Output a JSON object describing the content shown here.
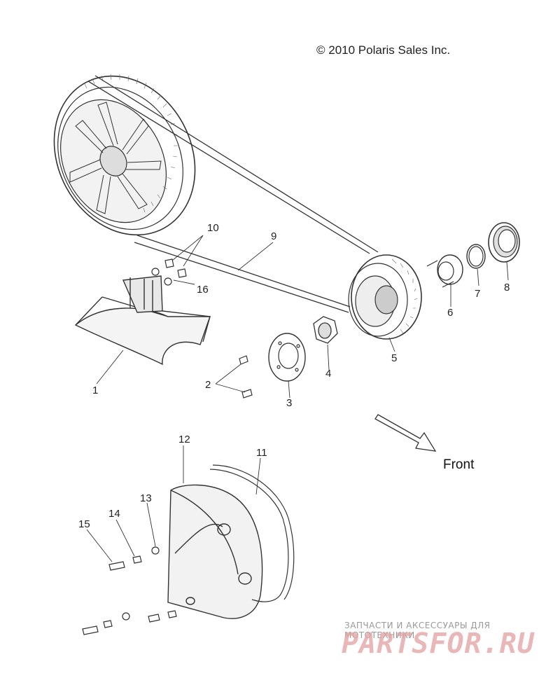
{
  "copyright": "© 2010 Polaris Sales Inc.",
  "direction_label": "Front",
  "callouts": [
    {
      "label": "1"
    },
    {
      "label": "2"
    },
    {
      "label": "3"
    },
    {
      "label": "4"
    },
    {
      "label": "5"
    },
    {
      "label": "6"
    },
    {
      "label": "7"
    },
    {
      "label": "8"
    },
    {
      "label": "9"
    },
    {
      "label": "10"
    },
    {
      "label": "11"
    },
    {
      "label": "12"
    },
    {
      "label": "13"
    },
    {
      "label": "14"
    },
    {
      "label": "15"
    },
    {
      "label": "16"
    }
  ],
  "watermark": {
    "tagline": "ЗАПЧАСТИ И АКСЕССУАРЫ ДЛЯ МОТОТЕХНИКИ",
    "logo": "PARTSFOR.RU"
  },
  "colors": {
    "line": "#333333",
    "watermark": "#e2a0a0"
  }
}
